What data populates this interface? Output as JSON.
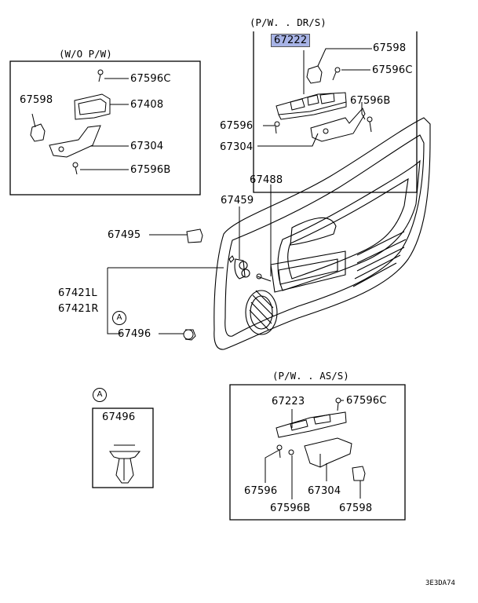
{
  "captions": {
    "top_right": "(P/W. . DR/S)",
    "top_left": "(W/O  P/W)",
    "bottom_right": "(P/W. . AS/S)"
  },
  "callout_marker": "A",
  "diagram_code": "3E3DA74",
  "colors": {
    "highlight": "#a7b3e6",
    "line": "#000000"
  },
  "parts": {
    "p67222": "67222",
    "p67598_top": "67598",
    "p67596c_top": "67596C",
    "p67596b_top": "67596B",
    "p67596_top": "67596",
    "p67304_top": "67304",
    "wo_67596c": "67596C",
    "wo_67598": "67598",
    "wo_67408": "67408",
    "wo_67304": "67304",
    "wo_67596b": "67596B",
    "p67488": "67488",
    "p67459": "67459",
    "p67495": "67495",
    "p67421l": "67421L",
    "p67421r": "67421R",
    "p67496": "67496",
    "a_67496": "67496",
    "as_67223": "67223",
    "as_67596c": "67596C",
    "as_67596": "67596",
    "as_67304": "67304",
    "as_67596b": "67596B",
    "as_67598": "67598"
  }
}
